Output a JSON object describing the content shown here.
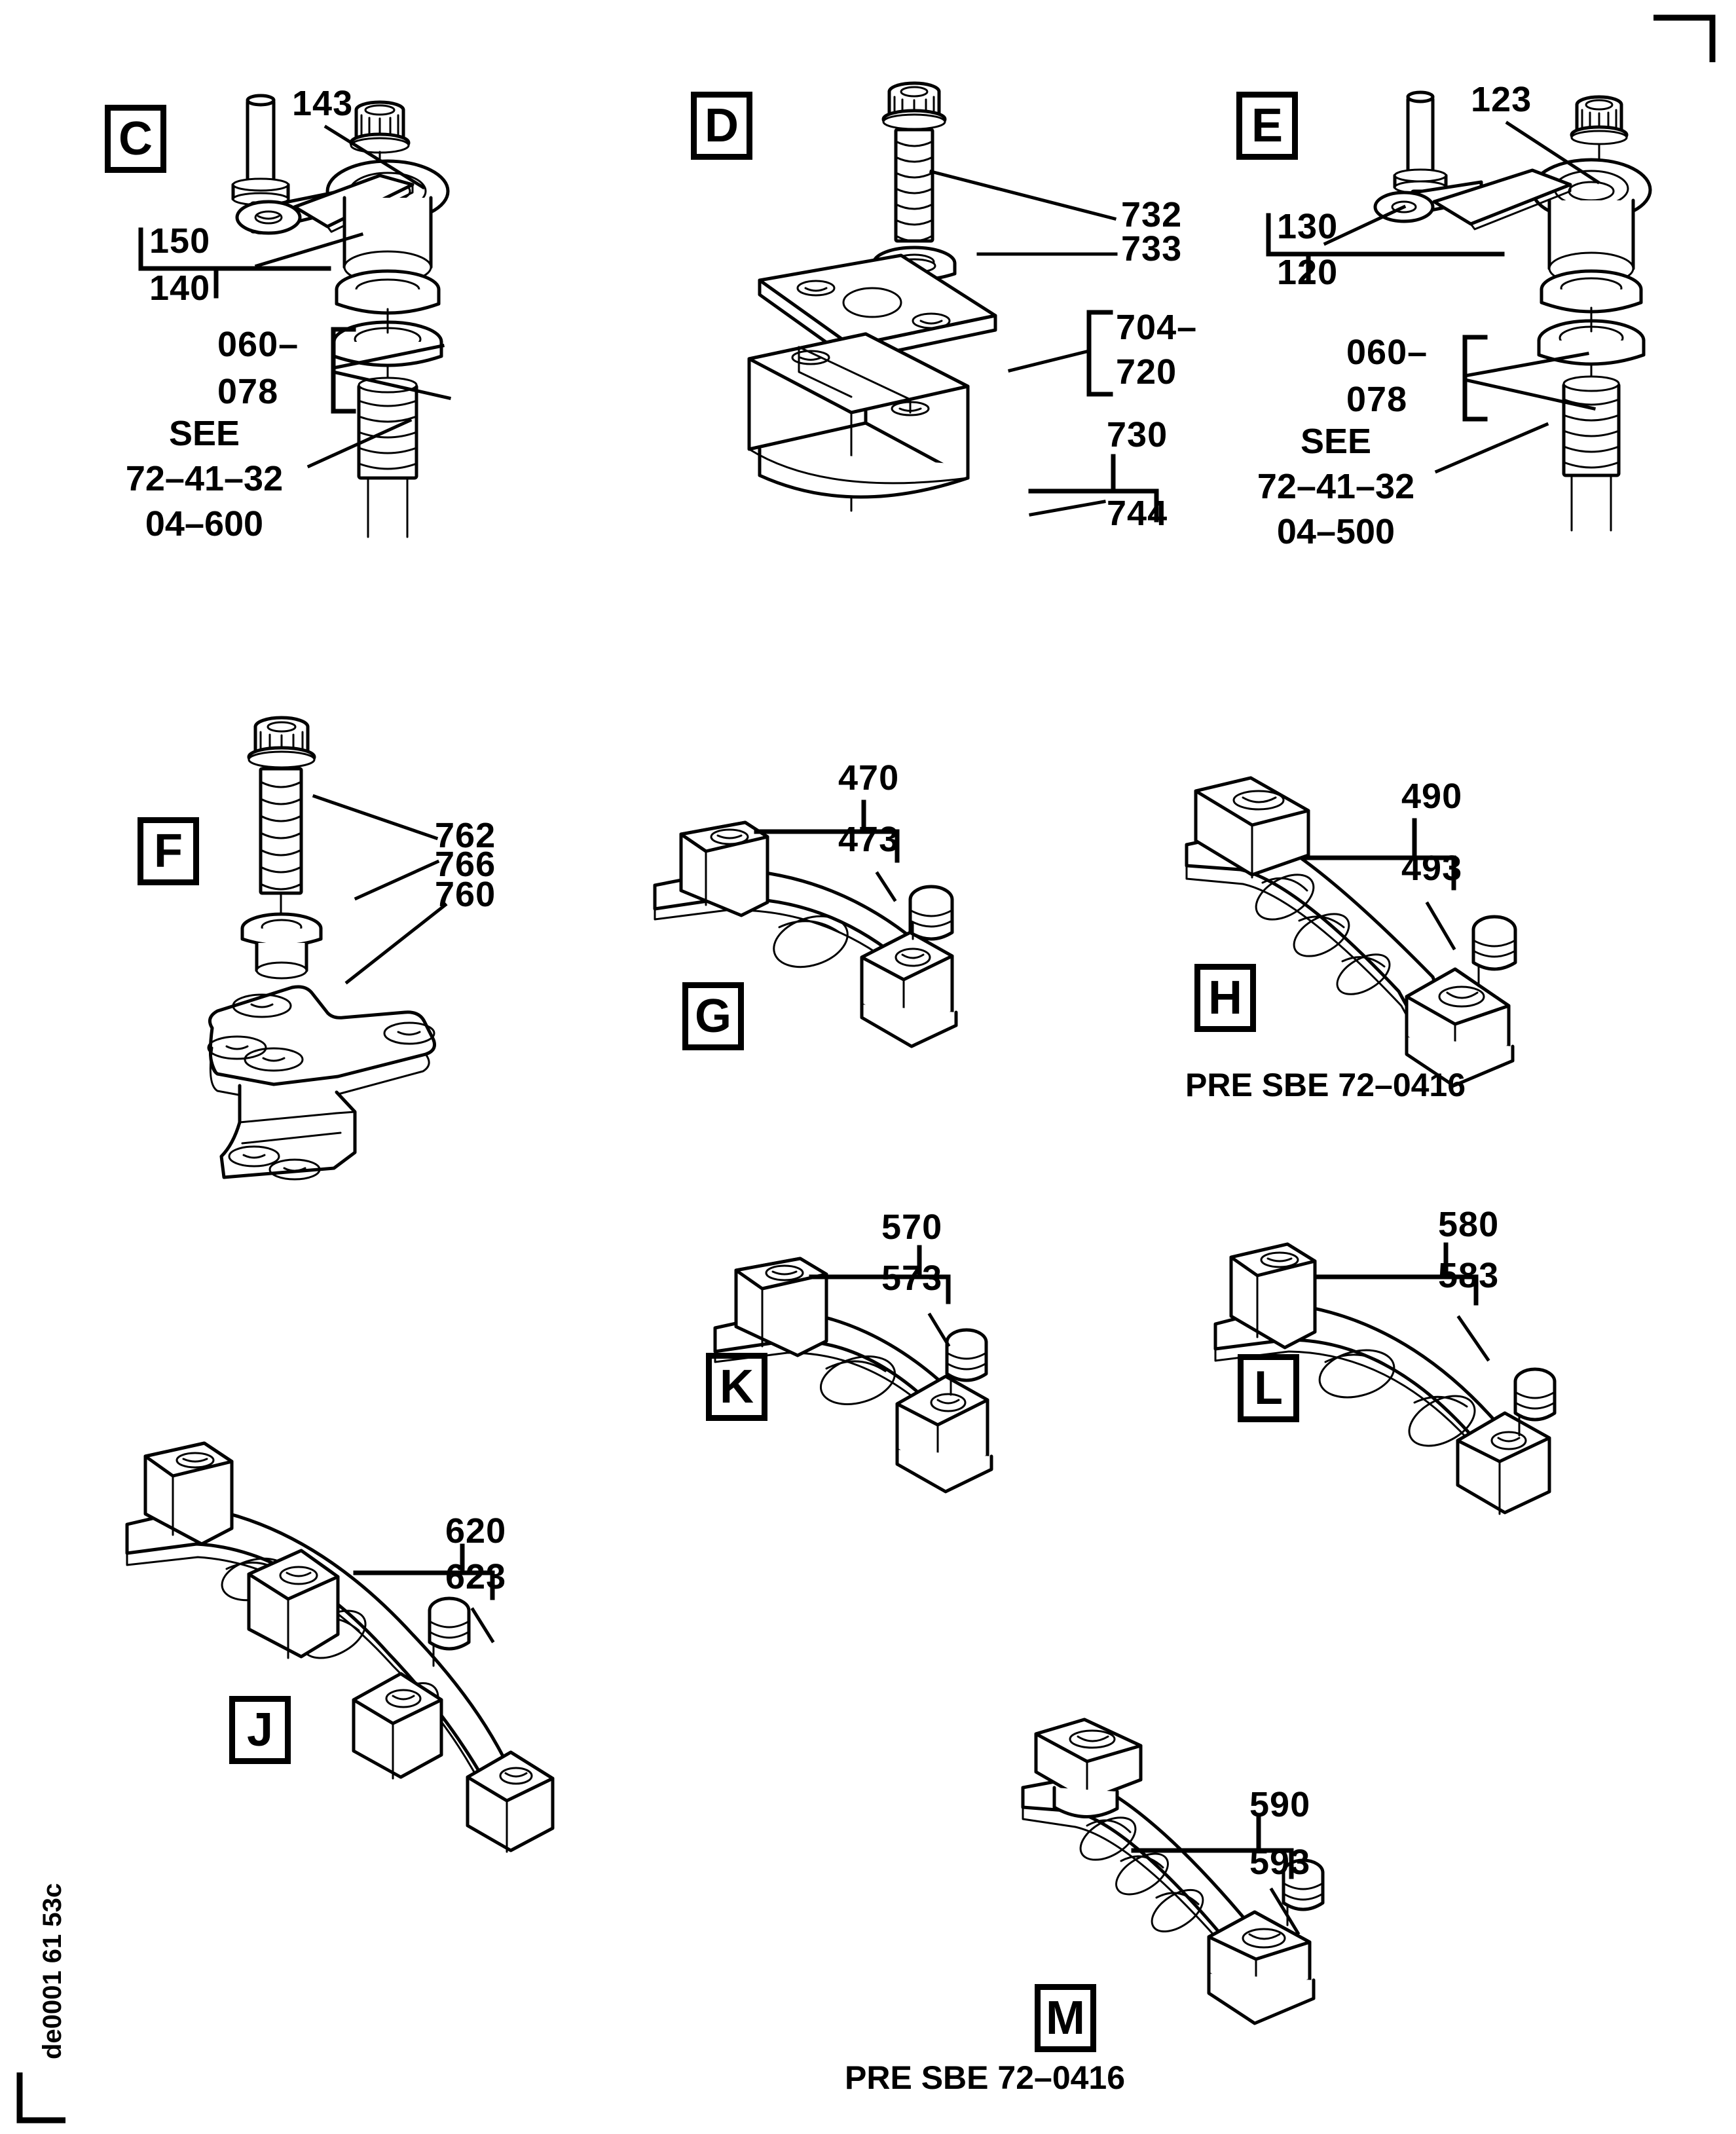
{
  "document": {
    "drawing_id": "de0001 61 53c",
    "corner_marks": [
      "top-right",
      "bottom-left"
    ]
  },
  "sections": [
    {
      "letter": "C",
      "callouts": [
        "143",
        "150",
        "140",
        "060-",
        "078"
      ],
      "see_note": [
        "SEE",
        "72-41-32",
        "04-600"
      ],
      "caption": ""
    },
    {
      "letter": "D",
      "callouts": [
        "732",
        "733",
        "704-",
        "720",
        "730",
        "744"
      ],
      "see_note": [],
      "caption": ""
    },
    {
      "letter": "E",
      "callouts": [
        "123",
        "130",
        "120",
        "060-",
        "078"
      ],
      "see_note": [
        "SEE",
        "72-41-32",
        "04-500"
      ],
      "caption": ""
    },
    {
      "letter": "F",
      "callouts": [
        "762",
        "766",
        "760"
      ],
      "see_note": [],
      "caption": ""
    },
    {
      "letter": "G",
      "callouts": [
        "470",
        "473"
      ],
      "see_note": [],
      "caption": ""
    },
    {
      "letter": "H",
      "callouts": [
        "490",
        "493"
      ],
      "see_note": [],
      "caption": "PRE SBE 72-0416"
    },
    {
      "letter": "J",
      "callouts": [
        "620",
        "623"
      ],
      "see_note": [],
      "caption": ""
    },
    {
      "letter": "K",
      "callouts": [
        "570",
        "573"
      ],
      "see_note": [],
      "caption": ""
    },
    {
      "letter": "L",
      "callouts": [
        "580",
        "583"
      ],
      "see_note": [],
      "caption": ""
    },
    {
      "letter": "M",
      "callouts": [
        "590",
        "593"
      ],
      "see_note": [],
      "caption": "PRE SBE 72-0416"
    }
  ],
  "labels": {
    "c_143": "143",
    "c_150": "150",
    "c_140": "140",
    "c_060": "060–",
    "c_078": "078",
    "c_see_1": "SEE",
    "c_see_2": "72–41–32",
    "c_see_3": "04–600",
    "c_letter": "C",
    "d_732": "732",
    "d_733": "733",
    "d_704": "704–",
    "d_720": "720",
    "d_730": "730",
    "d_744": "744",
    "d_letter": "D",
    "e_123": "123",
    "e_130": "130",
    "e_120": "120",
    "e_060": "060–",
    "e_078": "078",
    "e_see_1": "SEE",
    "e_see_2": "72–41–32",
    "e_see_3": "04–500",
    "e_letter": "E",
    "f_762": "762",
    "f_766": "766",
    "f_760": "760",
    "f_letter": "F",
    "g_470": "470",
    "g_473": "473",
    "g_letter": "G",
    "h_490": "490",
    "h_493": "493",
    "h_letter": "H",
    "h_caption": "PRE SBE 72–0416",
    "j_620": "620",
    "j_623": "623",
    "j_letter": "J",
    "k_570": "570",
    "k_573": "573",
    "k_letter": "K",
    "l_580": "580",
    "l_583": "583",
    "l_letter": "L",
    "m_590": "590",
    "m_593": "593",
    "m_letter": "M",
    "m_caption": "PRE SBE 72–0416",
    "drawing_id": "de0001 61 53c"
  },
  "colors": {
    "ink": "#000000",
    "paper": "#ffffff"
  }
}
